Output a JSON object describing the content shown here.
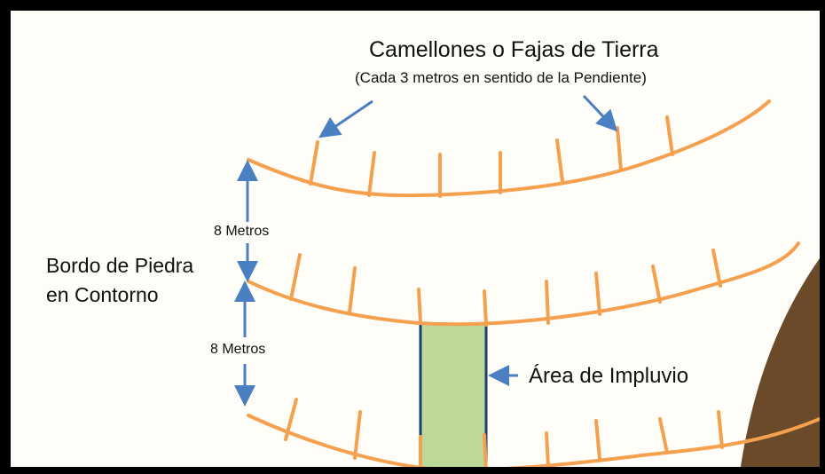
{
  "diagram": {
    "title": "Camellones o Fajas de Tierra",
    "subtitle": "(Cada 3 metros en sentido de la Pendiente)",
    "contour_label_line1": "Bordo de Piedra",
    "contour_label_line2": "en Contorno",
    "spacing_label_top": "8 Metros",
    "spacing_label_bottom": "8 Metros",
    "catchment_label": "Área de Impluvio"
  },
  "colors": {
    "contour": "#f4a04f",
    "arrow": "#4a7fc1",
    "catchment_fill": "#bcd99a",
    "catchment_border": "#1f3f70",
    "hillside": "#6b4a2a"
  }
}
